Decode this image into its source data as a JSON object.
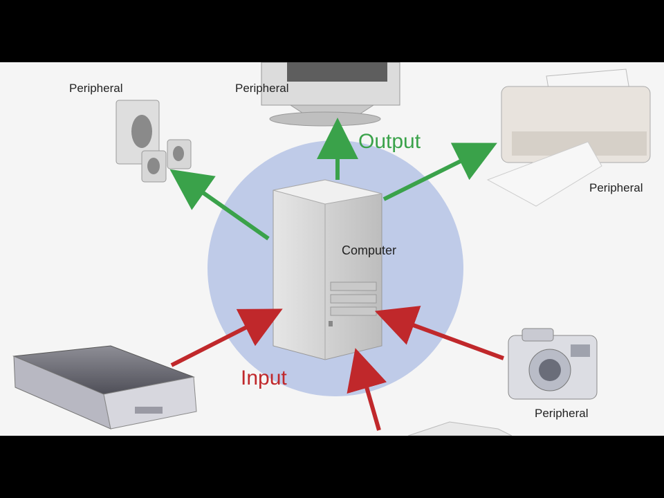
{
  "center": {
    "label": "Computer"
  },
  "flows": {
    "output_label": "Output",
    "input_label": "Input"
  },
  "peripherals": {
    "speakers": "Peripheral",
    "monitor": "Peripheral",
    "printer": "Peripheral",
    "camera": "Peripheral"
  },
  "colors": {
    "output": "#3aa24a",
    "input": "#c0282b",
    "circle": "#bfcbe8",
    "letterbox": "#000000"
  }
}
